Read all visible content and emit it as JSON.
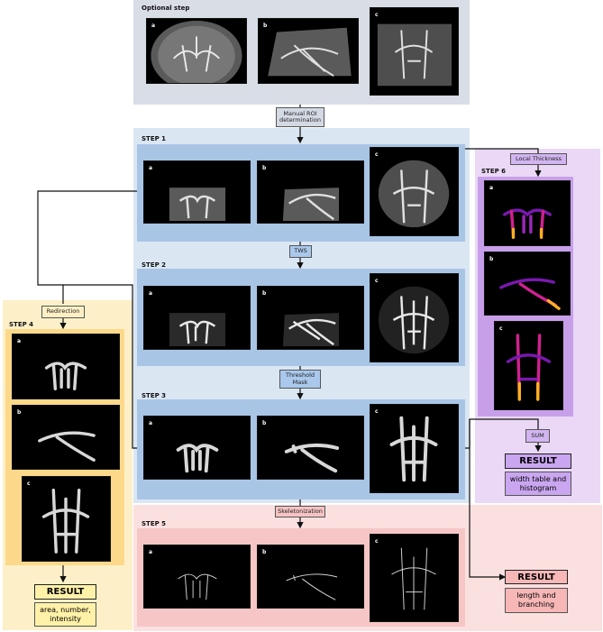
{
  "optional": {
    "title": "Optional step",
    "labels": [
      "a",
      "b",
      "c"
    ]
  },
  "ops": {
    "manual_roi": "Manual ROI determination",
    "tws": "TWS",
    "threshold": "Threshold Mask",
    "skeleton": "Skeletonization",
    "redirection": "Redirection",
    "local_thickness": "Local Thickness",
    "sum": "SUM"
  },
  "step1": {
    "title": "STEP 1",
    "labels": [
      "a",
      "b",
      "c"
    ]
  },
  "step2": {
    "title": "STEP 2",
    "labels": [
      "a",
      "b",
      "c"
    ]
  },
  "step3": {
    "title": "STEP 3",
    "labels": [
      "a",
      "b",
      "c"
    ]
  },
  "step4": {
    "title": "STEP 4",
    "labels": [
      "a",
      "b",
      "c"
    ]
  },
  "step5": {
    "title": "STEP 5",
    "labels": [
      "a",
      "b",
      "c"
    ]
  },
  "step6": {
    "title": "STEP 6",
    "labels": [
      "a",
      "b",
      "c"
    ]
  },
  "results": {
    "step4": {
      "title": "RESULT",
      "text": "area, number, intensity"
    },
    "step6": {
      "title": "RESULT",
      "text": "width table and histogram"
    },
    "step5": {
      "title": "RESULT",
      "text": "length and branching"
    }
  },
  "colors": {
    "step4_result_title": "#fff2a8",
    "step6_result_title": "#c9a6ef",
    "step5_result_title": "#f7b7b7",
    "thickness_low": "#3a0c7a",
    "thickness_mid": "#d0208f",
    "thickness_high": "#ffb020"
  }
}
